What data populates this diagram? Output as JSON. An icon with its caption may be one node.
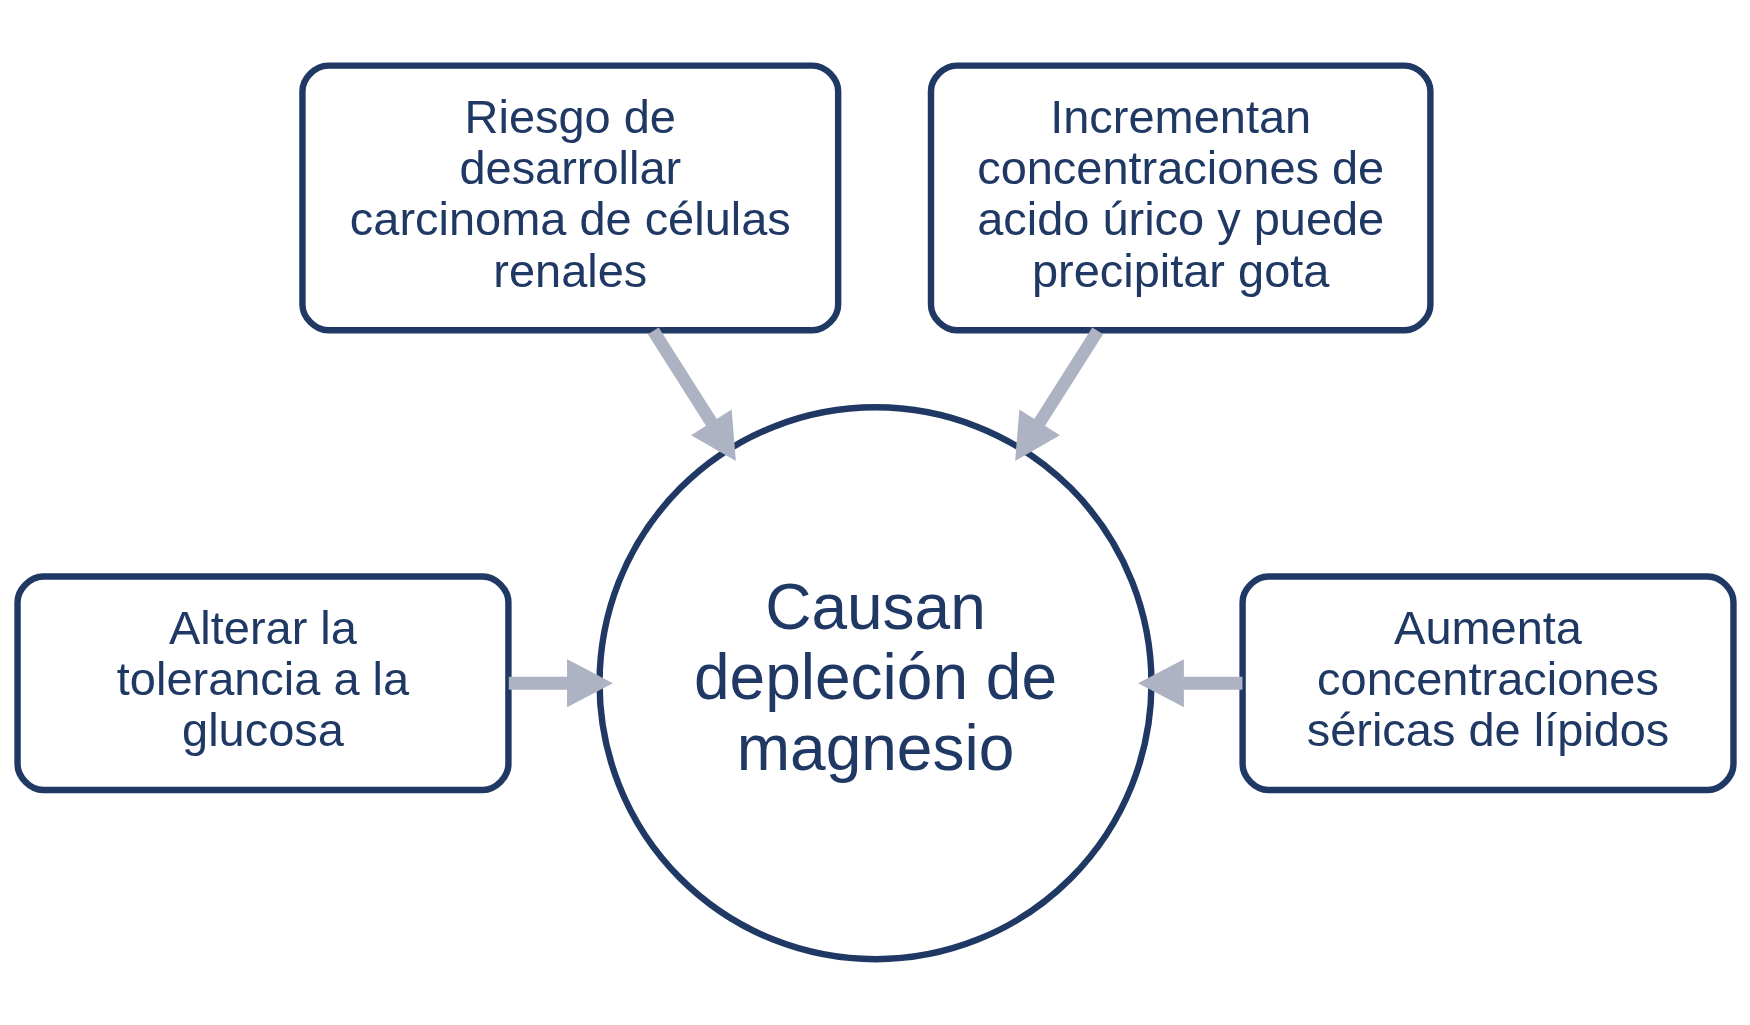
{
  "diagram": {
    "nodes": [
      {
        "text": [
          "Riesgo de desarrollar carcinoma de células renales"
        ]
      },
      {
        "text": [
          "Incrementan concentraciones de acido úrico y puede precipitar gota"
        ]
      },
      {
        "text": [
          "Alterar la tolerancia a la glucosa"
        ]
      },
      {
        "text": [
          "Aumenta concentraciones séricas de lípidos"
        ]
      },
      {
        "text": [
          "Causan depleción de magnesio"
        ]
      }
    ],
    "edges": [
      {
        "from": 0,
        "to": 4,
        "arrow": "to"
      },
      {
        "from": 1,
        "to": 4,
        "arrow": "to"
      },
      {
        "from": 2,
        "to": 4,
        "arrow": "to"
      },
      {
        "from": 3,
        "to": 4,
        "arrow": "to"
      }
    ]
  }
}
